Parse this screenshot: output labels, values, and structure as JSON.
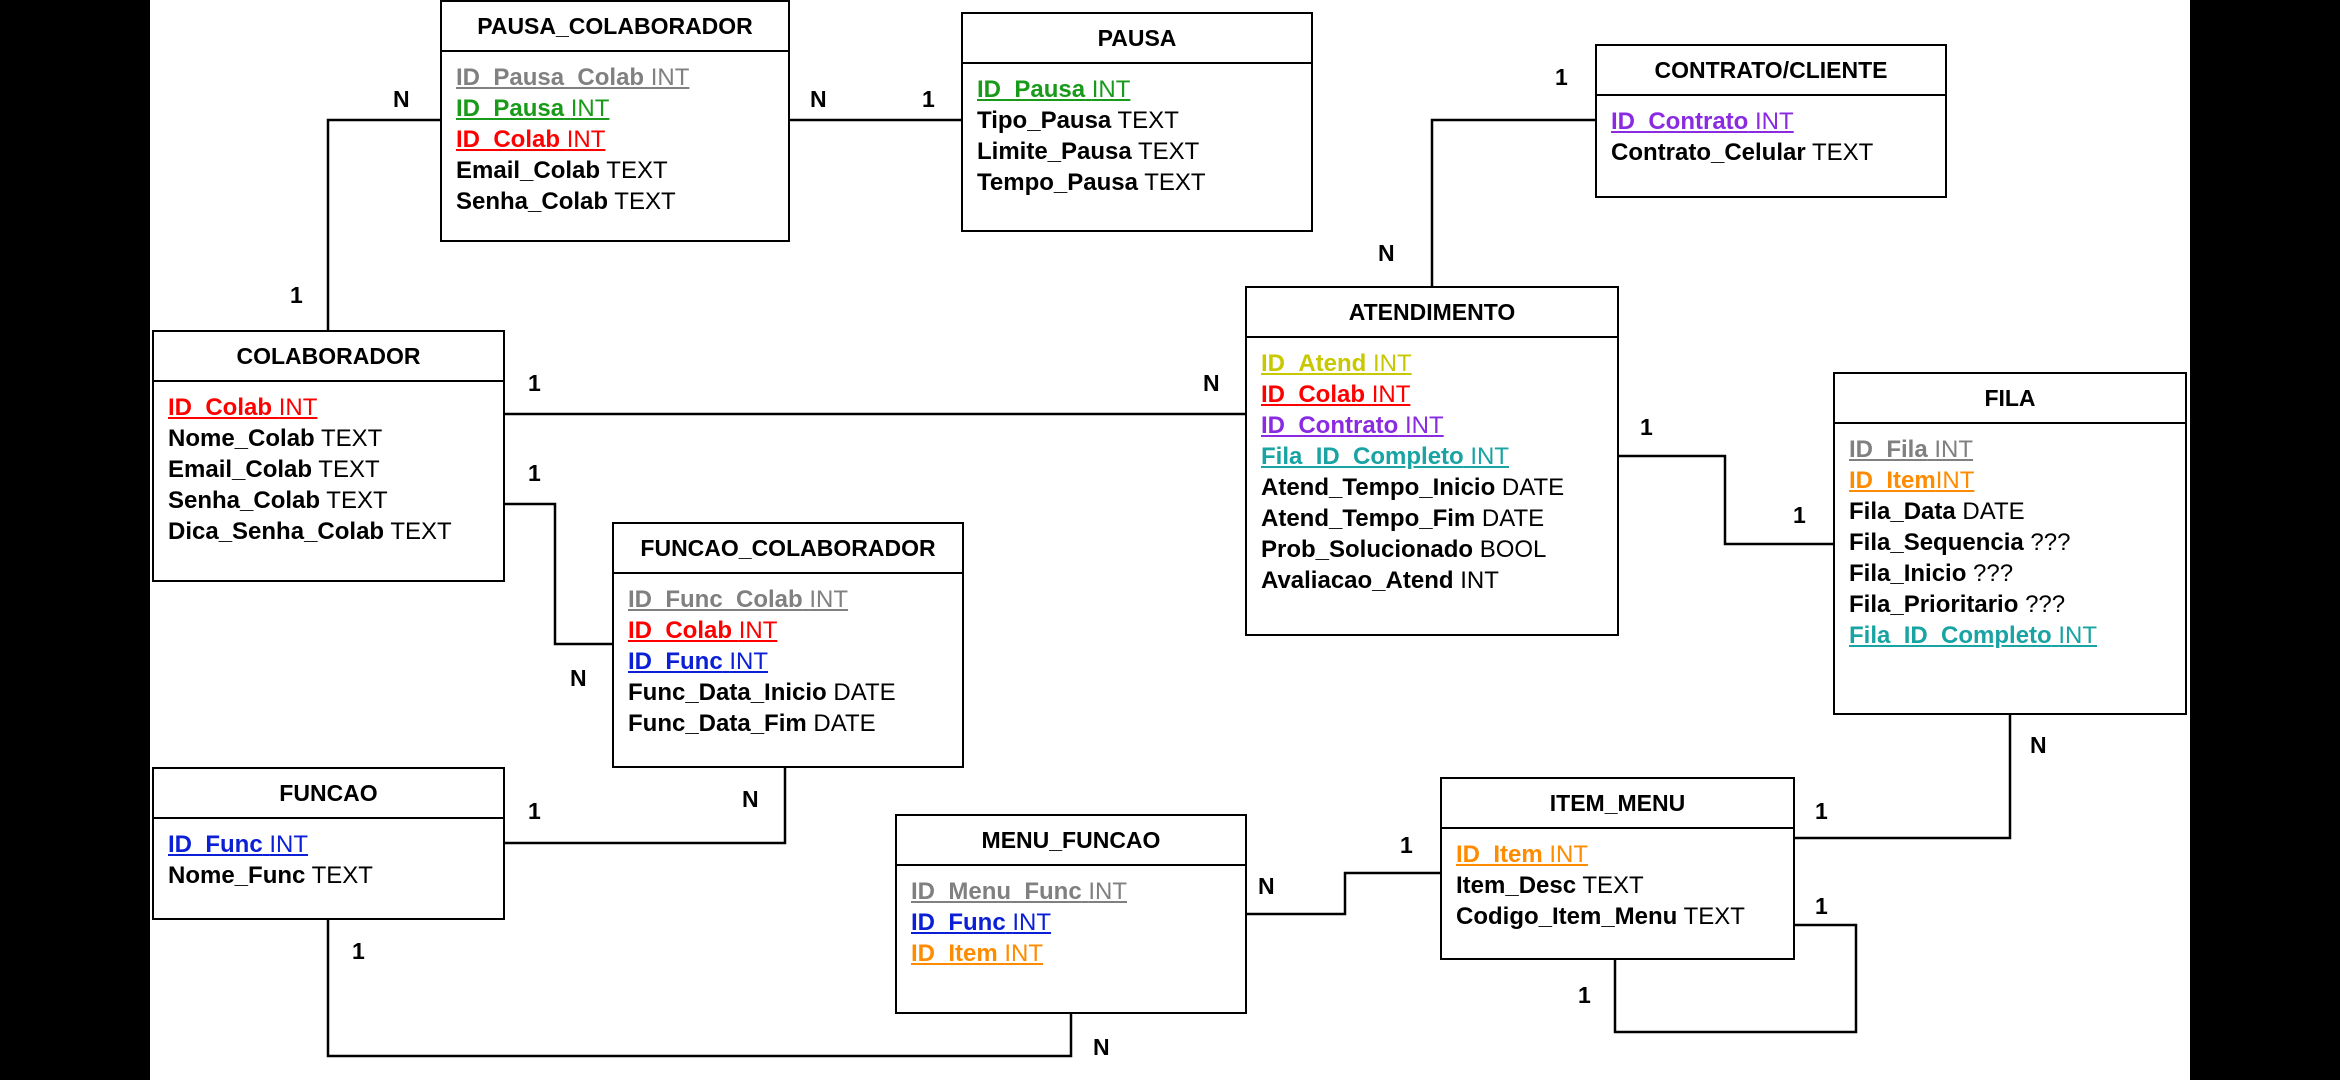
{
  "colors": {
    "gray": "#808080",
    "green": "#1a9a1a",
    "red": "#ff0000",
    "blue": "#0a1fd6",
    "purple": "#8a2be2",
    "yellow": "#c8c800",
    "teal": "#19a3a3",
    "orange": "#ff8c00",
    "black": "#000000"
  },
  "entities": {
    "pausa_colaborador": {
      "title": "PAUSA_COLABORADOR",
      "fields": [
        {
          "name": "ID_Pausa_Colab",
          "type": "INT",
          "color": "gray",
          "key": true
        },
        {
          "name": "ID_Pausa",
          "type": "INT",
          "color": "green",
          "key": true
        },
        {
          "name": "ID_Colab",
          "type": "INT",
          "color": "red",
          "key": true
        },
        {
          "name": "Email_Colab",
          "type": "TEXT",
          "color": "black",
          "key": false
        },
        {
          "name": "Senha_Colab",
          "type": "TEXT",
          "color": "black",
          "key": false
        }
      ]
    },
    "pausa": {
      "title": "PAUSA",
      "fields": [
        {
          "name": "ID_Pausa",
          "type": "INT",
          "color": "green",
          "key": true
        },
        {
          "name": "Tipo_Pausa",
          "type": "TEXT",
          "color": "black",
          "key": false
        },
        {
          "name": "Limite_Pausa",
          "type": "TEXT",
          "color": "black",
          "key": false
        },
        {
          "name": "Tempo_Pausa",
          "type": "TEXT",
          "color": "black",
          "key": false
        }
      ]
    },
    "contrato_cliente": {
      "title": "CONTRATO/CLIENTE",
      "fields": [
        {
          "name": "ID_Contrato",
          "type": "INT",
          "color": "purple",
          "key": true
        },
        {
          "name": "Contrato_Celular",
          "type": "TEXT",
          "color": "black",
          "key": false
        }
      ]
    },
    "colaborador": {
      "title": "COLABORADOR",
      "fields": [
        {
          "name": "ID_Colab",
          "type": "INT",
          "color": "red",
          "key": true
        },
        {
          "name": "Nome_Colab",
          "type": "TEXT",
          "color": "black",
          "key": false
        },
        {
          "name": "Email_Colab",
          "type": "TEXT",
          "color": "black",
          "key": false
        },
        {
          "name": "Senha_Colab",
          "type": "TEXT",
          "color": "black",
          "key": false
        },
        {
          "name": "Dica_Senha_Colab",
          "type": "TEXT",
          "color": "black",
          "key": false
        }
      ]
    },
    "atendimento": {
      "title": "ATENDIMENTO",
      "fields": [
        {
          "name": "ID_Atend",
          "type": "INT",
          "color": "yellow",
          "key": true
        },
        {
          "name": "ID_Colab",
          "type": "INT",
          "color": "red",
          "key": true
        },
        {
          "name": "ID_Contrato",
          "type": "INT",
          "color": "purple",
          "key": true
        },
        {
          "name": "Fila_ID_Completo",
          "type": "INT",
          "color": "teal",
          "key": true
        },
        {
          "name": "Atend_Tempo_Inicio",
          "type": "DATE",
          "color": "black",
          "key": false
        },
        {
          "name": "Atend_Tempo_Fim",
          "type": "DATE",
          "color": "black",
          "key": false
        },
        {
          "name": "Prob_Solucionado",
          "type": "BOOL",
          "color": "black",
          "key": false
        },
        {
          "name": "Avaliacao_Atend",
          "type": "INT",
          "color": "black",
          "key": false
        }
      ]
    },
    "fila": {
      "title": "FILA",
      "fields": [
        {
          "name": "ID_Fila",
          "type": "INT",
          "color": "gray",
          "key": true
        },
        {
          "name": "ID_Item",
          "type": "INT",
          "color": "orange",
          "key": true,
          "nospace": true
        },
        {
          "name": "Fila_Data",
          "type": "DATE",
          "color": "black",
          "key": false
        },
        {
          "name": "Fila_Sequencia",
          "type": "???",
          "color": "black",
          "key": false
        },
        {
          "name": "Fila_Inicio",
          "type": "???",
          "color": "black",
          "key": false
        },
        {
          "name": "Fila_Prioritario",
          "type": "???",
          "color": "black",
          "key": false
        },
        {
          "name": "Fila_ID_Completo",
          "type": "INT",
          "color": "teal",
          "key": true
        }
      ]
    },
    "funcao_colaborador": {
      "title": "FUNCAO_COLABORADOR",
      "fields": [
        {
          "name": "ID_Func_Colab",
          "type": "INT",
          "color": "gray",
          "key": true
        },
        {
          "name": "ID_Colab",
          "type": "INT",
          "color": "red",
          "key": true
        },
        {
          "name": "ID_Func",
          "type": "INT",
          "color": "blue",
          "key": true
        },
        {
          "name": "Func_Data_Inicio",
          "type": "DATE",
          "color": "black",
          "key": false
        },
        {
          "name": "Func_Data_Fim",
          "type": "DATE",
          "color": "black",
          "key": false
        }
      ]
    },
    "funcao": {
      "title": "FUNCAO",
      "fields": [
        {
          "name": "ID_Func",
          "type": "INT",
          "color": "blue",
          "key": true
        },
        {
          "name": "Nome_Func",
          "type": "TEXT",
          "color": "black",
          "key": false
        }
      ]
    },
    "menu_funcao": {
      "title": "MENU_FUNCAO",
      "fields": [
        {
          "name": "ID_Menu_Func",
          "type": "INT",
          "color": "gray",
          "key": true
        },
        {
          "name": "ID_Func",
          "type": "INT",
          "color": "blue",
          "key": true
        },
        {
          "name": "ID_Item",
          "type": "INT",
          "color": "orange",
          "key": true
        }
      ]
    },
    "item_menu": {
      "title": "ITEM_MENU",
      "fields": [
        {
          "name": "ID_Item",
          "type": "INT",
          "color": "orange",
          "key": true
        },
        {
          "name": "Item_Desc",
          "type": "TEXT",
          "color": "black",
          "key": false
        },
        {
          "name": "Codigo_Item_Menu",
          "type": "TEXT",
          "color": "black",
          "key": false
        }
      ]
    }
  },
  "cardinalities": {
    "pc_colab_n": "N",
    "pc_colab_1": "1",
    "pc_pausa_n": "N",
    "pc_pausa_1": "1",
    "contrato_1": "1",
    "contrato_n": "N",
    "colab_atend_1": "1",
    "colab_atend_n": "N",
    "atend_fila_1a": "1",
    "atend_fila_1b": "1",
    "colab_fc_1": "1",
    "colab_fc_n": "N",
    "func_fc_1": "1",
    "func_fc_n": "N",
    "func_mf_1": "1",
    "func_mf_n": "N",
    "mf_item_n": "N",
    "mf_item_1": "1",
    "fila_item_n": "N",
    "fila_item_1": "1",
    "item_self_1a": "1",
    "item_self_1b": "1"
  }
}
